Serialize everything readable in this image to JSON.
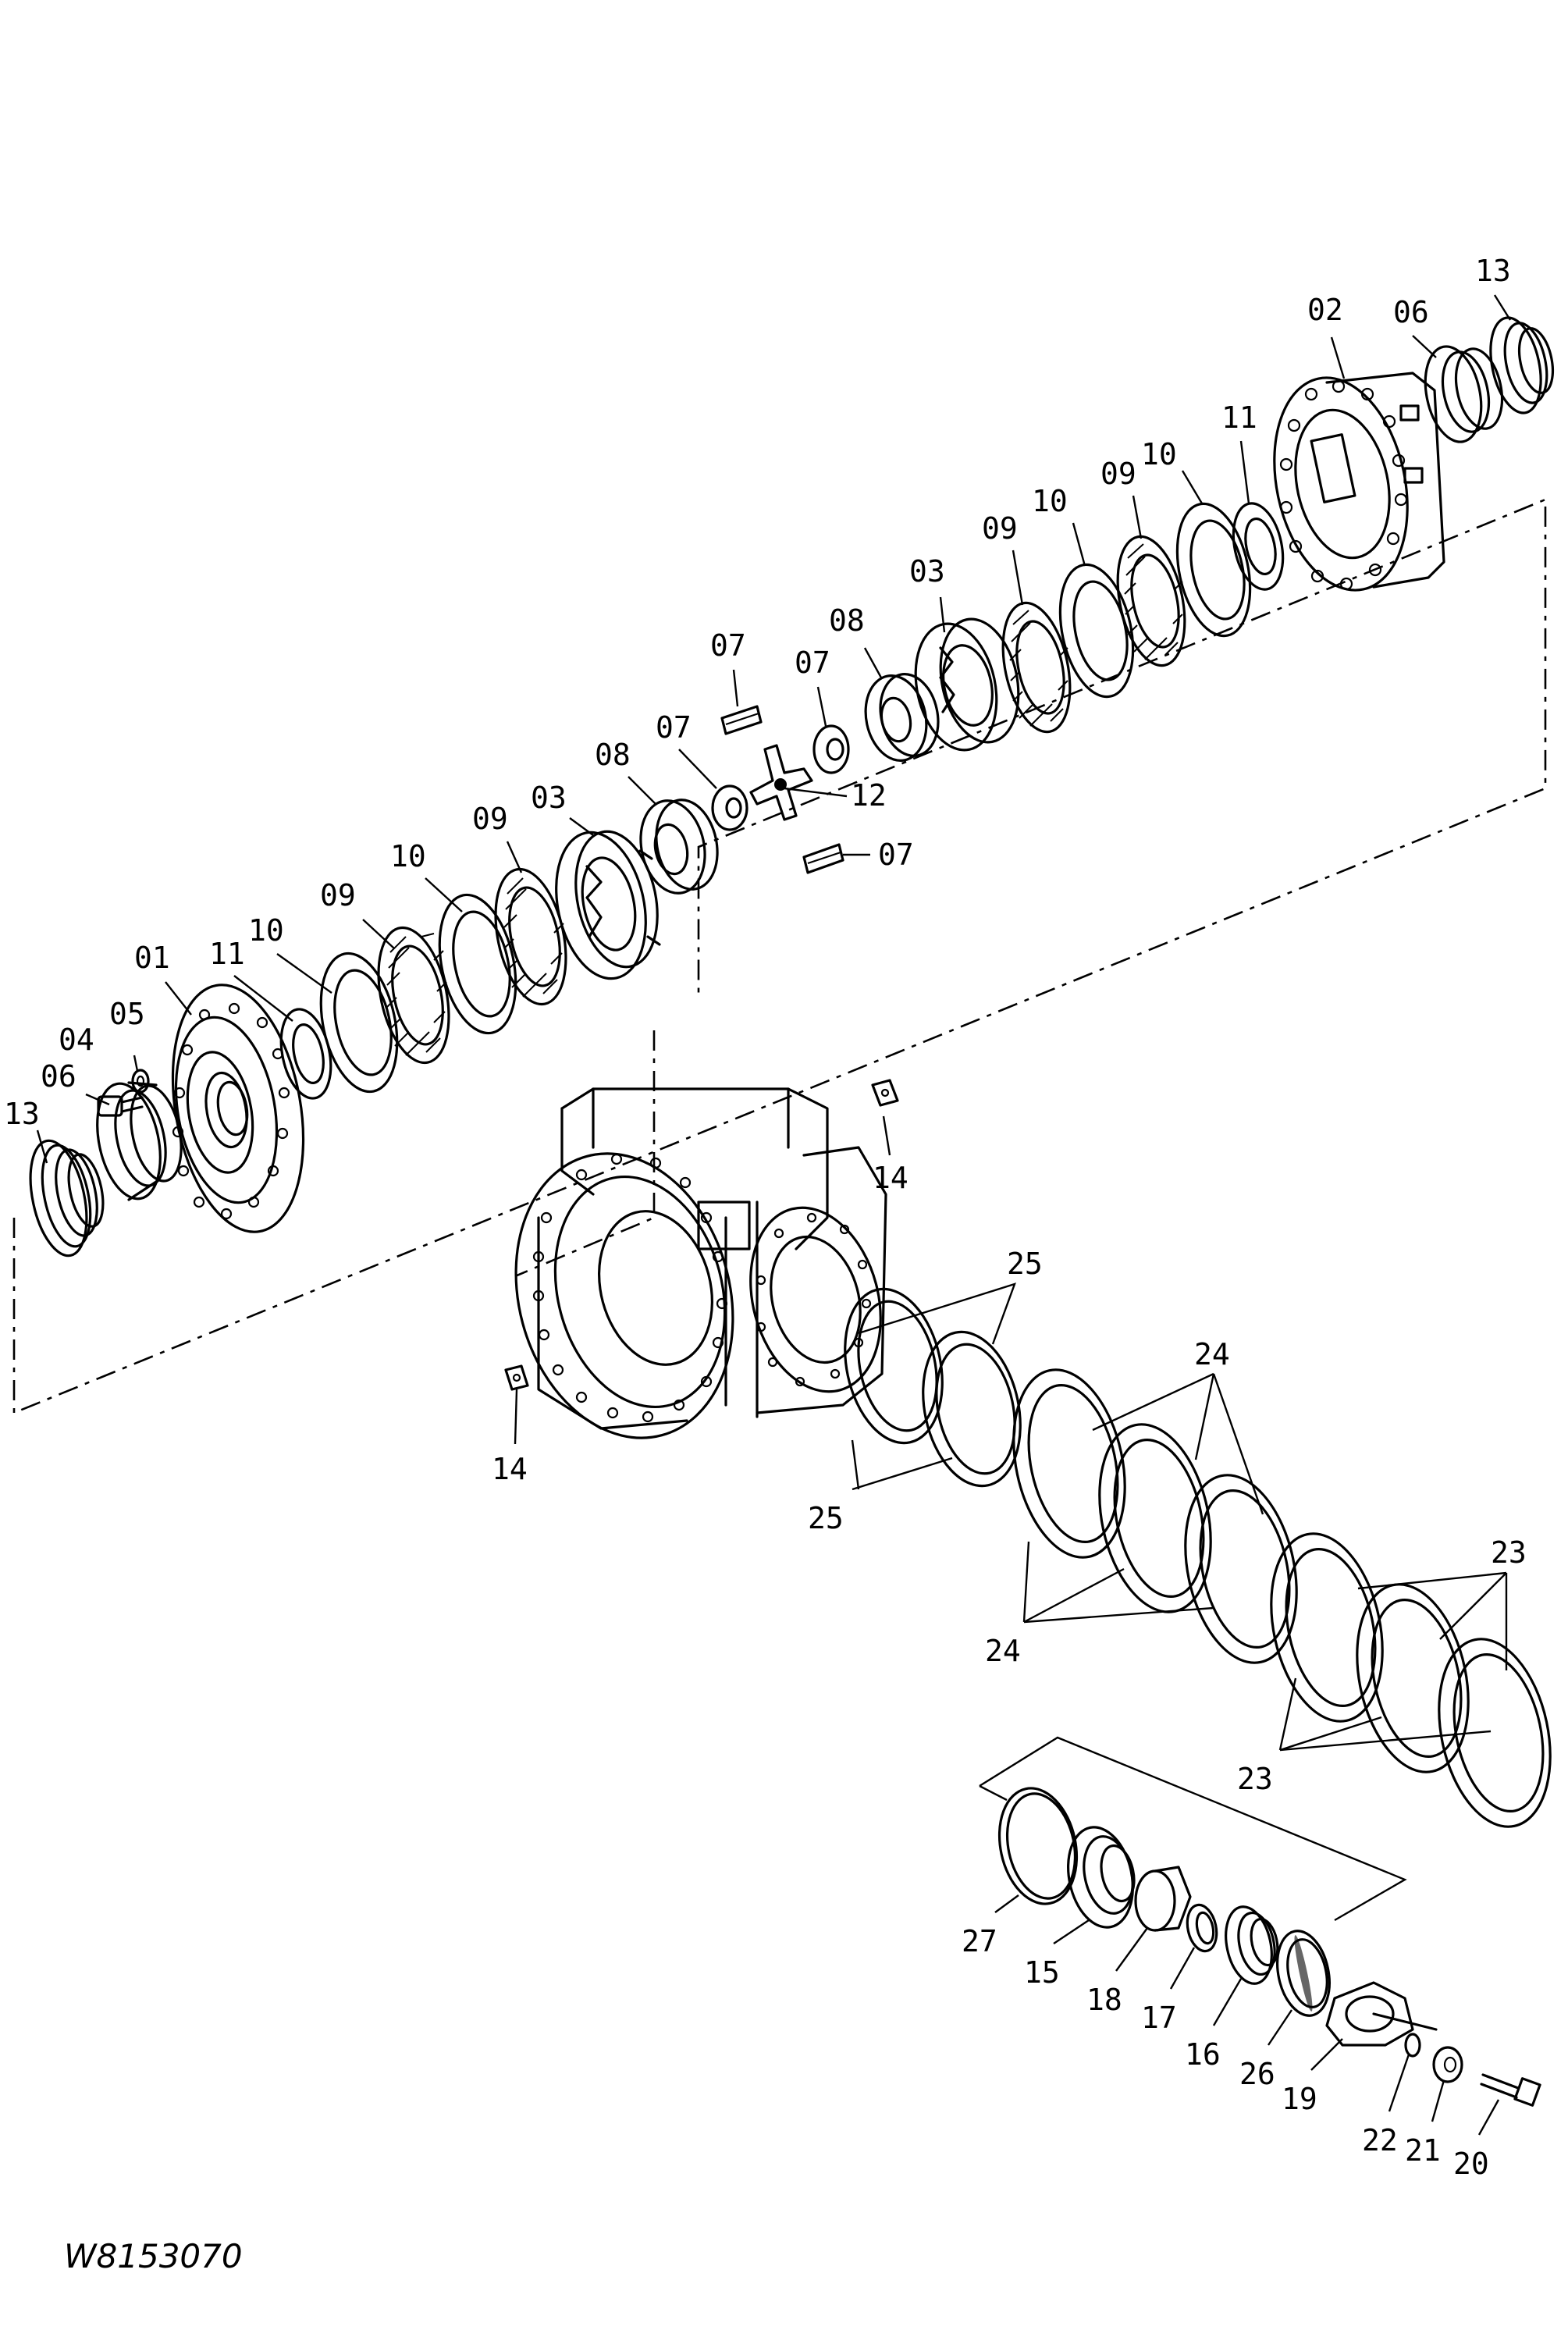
{
  "figure_id": "W8153070",
  "callouts": {
    "c01": "01",
    "c02": "02",
    "c03a": "03",
    "c03b": "03",
    "c04": "04",
    "c05": "05",
    "c06a": "06",
    "c06b": "06",
    "c07a": "07",
    "c07b": "07",
    "c07c": "07",
    "c07d": "07",
    "c08a": "08",
    "c08b": "08",
    "c09a": "09",
    "c09b": "09",
    "c09c": "09",
    "c09d": "09",
    "c10a": "10",
    "c10b": "10",
    "c10c": "10",
    "c10d": "10",
    "c11a": "11",
    "c11b": "11",
    "c12": "12",
    "c13a": "13",
    "c13b": "13",
    "c14a": "14",
    "c14b": "14",
    "c15": "15",
    "c16": "16",
    "c17": "17",
    "c18": "18",
    "c19": "19",
    "c20": "20",
    "c21": "21",
    "c22": "22",
    "c23a": "23",
    "c23b": "23",
    "c24a": "24",
    "c24b": "24",
    "c25a": "25",
    "c25b": "25",
    "c26": "26",
    "c27": "27"
  }
}
